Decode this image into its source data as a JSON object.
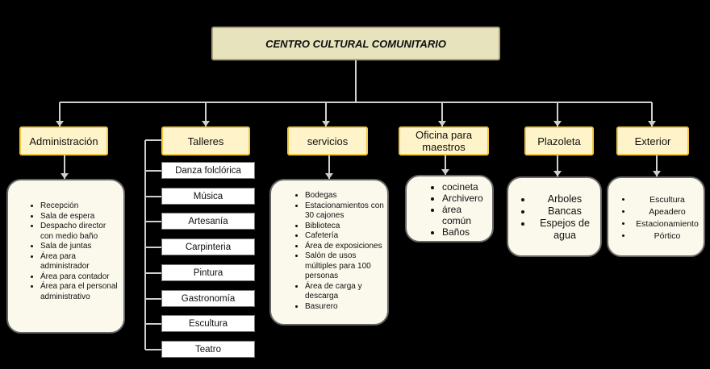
{
  "root": {
    "title": "CENTRO CULTURAL COMUNITARIO"
  },
  "categories": [
    {
      "label": "Administración"
    },
    {
      "label": "Talleres"
    },
    {
      "label": "servicios"
    },
    {
      "label": "Oficina para maestros"
    },
    {
      "label": "Plazoleta"
    },
    {
      "label": "Exterior"
    }
  ],
  "administracion": {
    "items": [
      "Recepción",
      "Sala de espera",
      "Despacho director con medio baño",
      "Sala de juntas",
      "Área para administrador",
      "Área para contador",
      "Área para el personal administrativo"
    ]
  },
  "talleres": {
    "items": [
      "Danza folclórica",
      "Música",
      "Artesanía",
      "Carpinteria",
      "Pintura",
      "Gastronomía",
      "Escultura",
      "Teatro"
    ]
  },
  "servicios": {
    "items": [
      "Bodegas",
      "Estacionamientos con 30 cajones",
      "Biblioteca",
      "Cafetería",
      "Área de exposiciones",
      "Salón de usos múltiples para 100 personas",
      "Área de carga y descarga",
      "Basurero"
    ]
  },
  "oficina": {
    "items": [
      "cocineta",
      "Archivero",
      "área común",
      "Baños"
    ]
  },
  "plazoleta": {
    "items": [
      "Arboles",
      "Bancas",
      "Espejos de agua"
    ]
  },
  "exterior": {
    "items": [
      "Escultura",
      "Apeadero",
      "Estacionamiento",
      "Pórtico"
    ]
  },
  "colors": {
    "background": "#000000",
    "root_fill": "#e7e3bd",
    "category_fill": "#fff3c9",
    "category_border": "#f2c744",
    "panel_fill": "#fbf8ec",
    "connector": "#c8c8c8"
  }
}
